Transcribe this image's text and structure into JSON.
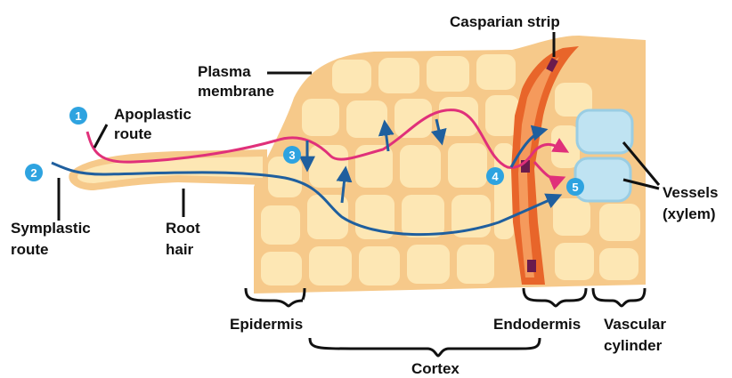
{
  "labels": {
    "casparian_strip": "Casparian strip",
    "plasma_membrane_line1": "Plasma",
    "plasma_membrane_line2": "membrane",
    "apoplastic_line1": "Apoplastic",
    "apoplastic_line2": "route",
    "symplastic_line1": "Symplastic",
    "symplastic_line2": "route",
    "root_hair_line1": "Root",
    "root_hair_line2": "hair",
    "vessels_line1": "Vessels",
    "vessels_line2": "(xylem)",
    "epidermis": "Epidermis",
    "endodermis": "Endodermis",
    "vascular_line1": "Vascular",
    "vascular_line2": "cylinder",
    "cortex": "Cortex"
  },
  "steps": [
    "1",
    "2",
    "3",
    "4",
    "5"
  ],
  "colors": {
    "apoplastic_route": "#e0307a",
    "symplastic_route": "#1f5f9e",
    "step_badge": "#2ea3e0",
    "endodermis_cell": "#e8652a",
    "cortex_cell": "#fde7b4",
    "xylem_vessel": "#bfe3f2",
    "casparian_strip": "#6a1b4d"
  }
}
